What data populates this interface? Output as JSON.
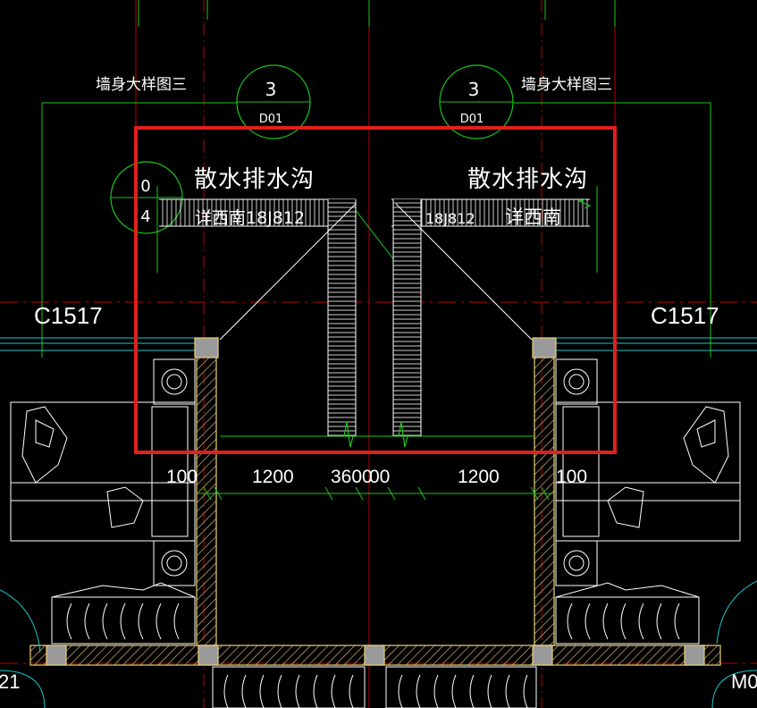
{
  "labels": {
    "wall_detail_left": "墙身大样图三",
    "wall_detail_right": "墙身大样图三",
    "drainage_left": "散水排水沟",
    "drainage_right": "散水排水沟",
    "ref_left": "详西南18J812",
    "ref_right_code": "18J812",
    "ref_right_prefix": "详西南",
    "window_left": "C1517",
    "window_right": "C1517",
    "door_left_partial": "21",
    "door_right_partial": "M0"
  },
  "callouts": {
    "left_top": {
      "number": "3",
      "sheet": "D01"
    },
    "right_top": {
      "number": "3",
      "sheet": "D01"
    },
    "left_side": {
      "number": "0",
      "sheet": "4"
    }
  },
  "dimensions": {
    "left_100": "100",
    "left_1200": "1200",
    "center": "3600",
    "center_overlap": "00",
    "right_1200": "1200",
    "right_100": "100"
  },
  "colors": {
    "background": "#000000",
    "highlight_box": "#e0201c",
    "grid_axis": "#c00000",
    "wall": "#e8d27a",
    "leader": "#18c818",
    "linework": "#ffffff"
  }
}
